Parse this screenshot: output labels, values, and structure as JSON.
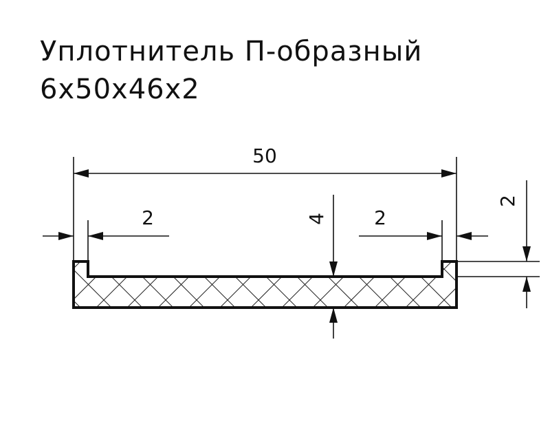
{
  "title": {
    "line1": "Уплотнитель П-образный",
    "line2": "6x50x46x2"
  },
  "dimensions": {
    "overall_width": "50",
    "left_wall": "2",
    "right_wall": "2",
    "height": "4",
    "lip_depth": "2"
  },
  "colors": {
    "line": "#111111",
    "background": "#ffffff"
  }
}
